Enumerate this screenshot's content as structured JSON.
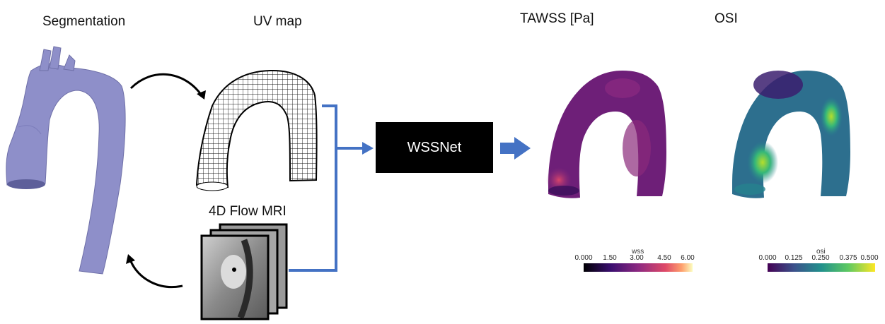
{
  "labels": {
    "segmentation": "Segmentation",
    "uv_map": "UV map",
    "flow_mri": "4D Flow MRI",
    "tawss": "TAWSS [Pa]",
    "osi": "OSI",
    "model": "WSSNet"
  },
  "colorbars": {
    "wss": {
      "title": "wss",
      "ticks": [
        "0.000",
        "1.50",
        "3.00",
        "4.50",
        "6.00"
      ]
    },
    "osi": {
      "title": "osi",
      "ticks": [
        "0.000",
        "0.125",
        "0.250",
        "0.375",
        "0.500"
      ]
    }
  },
  "colors": {
    "segmentation_fill": "#8e8fc9",
    "connector_blue": "#4472c4",
    "black": "#000000"
  }
}
